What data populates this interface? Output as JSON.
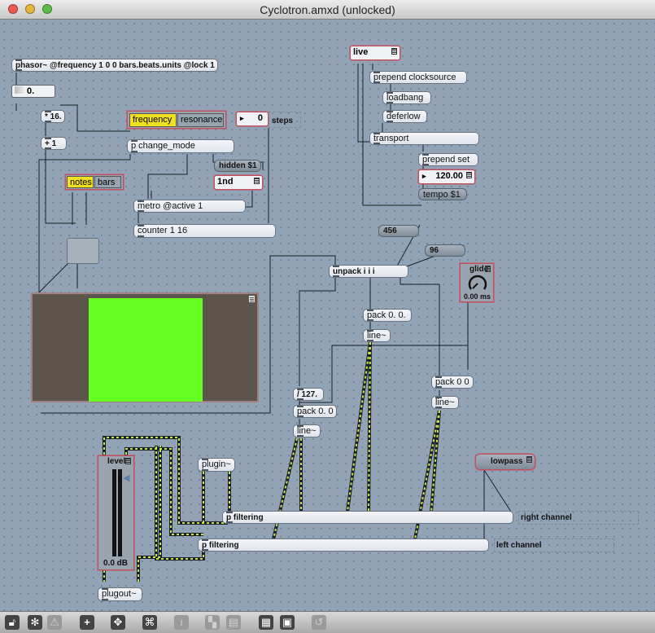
{
  "window": {
    "title": "Cyclotron.amxd (unlocked)"
  },
  "objects": {
    "phasor": "phasor~ @frequency 1 0 0 bars.beats.units @lock 1",
    "mult16": "* 16.",
    "plus1": "+ 1",
    "p_change_mode": "p change_mode",
    "metro": "metro @active 1",
    "counter": "counter 1 16",
    "prepend_clocksource": "prepend clocksource",
    "loadbang": "loadbang",
    "deferlow": "deferlow",
    "transport": "transport",
    "prepend_set": "prepend set",
    "unpack": "unpack i i i",
    "pack_a": "pack 0. 0.",
    "line_a": "line~",
    "pack_b": "pack 0 0",
    "line_b": "line~",
    "div127": "/ 127.",
    "pack_c": "pack 0. 0",
    "line_c": "line~",
    "plugin": "plugin~",
    "p_filtering_right": "p filtering",
    "p_filtering_left": "p filtering",
    "plugout": "plugout~"
  },
  "messages": {
    "hidden": "hidden $1",
    "tempo": "tempo $1",
    "m456": "456",
    "m96": "96",
    "lowpass": "lowpass"
  },
  "numbers": {
    "phasor_out": "0.",
    "steps_value": "0",
    "tempo_value": "120.00"
  },
  "live_menus": {
    "live_menu": "live",
    "steps_dropdown": "1nd"
  },
  "tabs": {
    "mode_tab_1": "frequency",
    "mode_tab_2": "resonance",
    "view_tab_1": "notes",
    "view_tab_2": "bars"
  },
  "labels": {
    "steps": "steps",
    "right_channel": "right channel",
    "left_channel": "left channel",
    "glide": "glide",
    "glide_value": "0.00 ms",
    "level": "level",
    "level_value": "0.0 dB"
  },
  "colors": {
    "canvas": "#93a3b6",
    "xy_pad_bg": "#5c544d",
    "xy_pad_fill": "#66ff22",
    "tab_selected": "#f0e020",
    "audio_patchcord": "#c8e84a"
  },
  "icons": [
    "patcher-lock-icon",
    "freeze-icon",
    "warning-icon",
    "new-object-icon",
    "move-icon",
    "presentation-icon",
    "inspector-icon",
    "align-icon",
    "grid-icon",
    "snap-icon",
    "undo-icon"
  ]
}
